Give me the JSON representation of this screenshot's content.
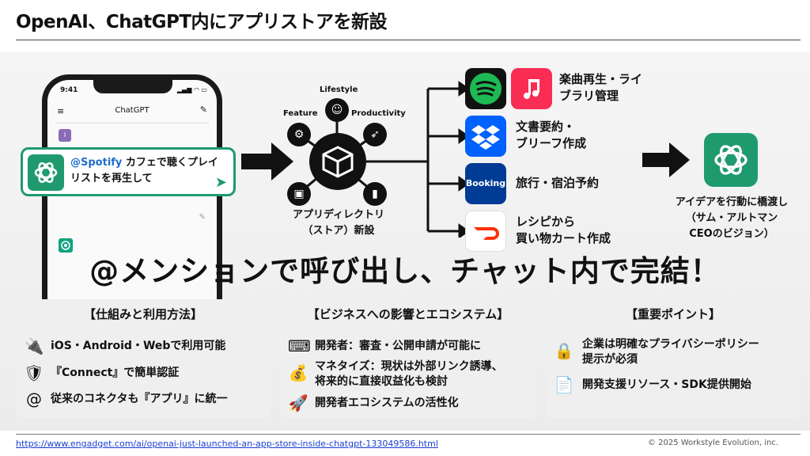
{
  "title": "OpenAI、ChatGPT内にアプリストアを新設",
  "phone": {
    "time": "9:41",
    "status_icons": "▂▄▆ ◠ ▭",
    "app_title": "ChatGPT",
    "avatar_letter": "I"
  },
  "bubble": {
    "mention": "@Spotify",
    "message": " カフェで聴くプレイリストを再生して"
  },
  "hub": {
    "label_line1": "アプリディレクトリ",
    "label_line2": "（ストア）新設",
    "satellites": [
      "Feature",
      "Lifestyle",
      "Productivity"
    ]
  },
  "apps": [
    {
      "name_line1": "楽曲再生・ライ",
      "name_line2": "ブラリ管理"
    },
    {
      "name_line1": "文書要約・",
      "name_line2": "ブリーフ作成"
    },
    {
      "name_line1": "旅行・宿泊予約",
      "name_line2": ""
    },
    {
      "name_line1": "レシピから",
      "name_line2": "買い物カート作成"
    }
  ],
  "booking_text": "Booking",
  "result": {
    "line1": "アイデアを行動に橋渡し",
    "line2": "（サム・アルトマン",
    "line3": "CEOのビジョン）"
  },
  "headline": "@メンションで呼び出し、チャット内で完結！",
  "panels": [
    {
      "title": "【仕組みと利用方法】",
      "items": [
        "iOS・Android・Webで利用可能",
        "『Connect』で簡単認証",
        "従来のコネクタも『アプリ』に統一"
      ]
    },
    {
      "title": "【ビジネスへの影響とエコシステム】",
      "items": [
        "開発者：審査・公開申請が可能に",
        "マネタイズ：現状は外部リンク誘導、",
        "将来的に直接収益化も検討",
        "開発者エコシステムの活性化"
      ]
    },
    {
      "title": "【重要ポイント】",
      "items": [
        "企業は明確なプライバシーポリシー",
        "提示が必須",
        "開発支援リソース・SDK提供開始"
      ]
    }
  ],
  "footer": {
    "url": "https://www.engadget.com/ai/openai-just-launched-an-app-store-inside-chatgpt-133049586.html",
    "copyright": "© 2025 Workstyle Evolution, inc."
  },
  "colors": {
    "chatgpt_green": "#1f9a6e",
    "spotify_green": "#1db954",
    "apple_music": "#fa2d55",
    "dropbox_blue": "#0061fe",
    "booking_blue": "#003b95",
    "doordash_red": "#ff3008",
    "mention_blue": "#1f6ec9"
  }
}
